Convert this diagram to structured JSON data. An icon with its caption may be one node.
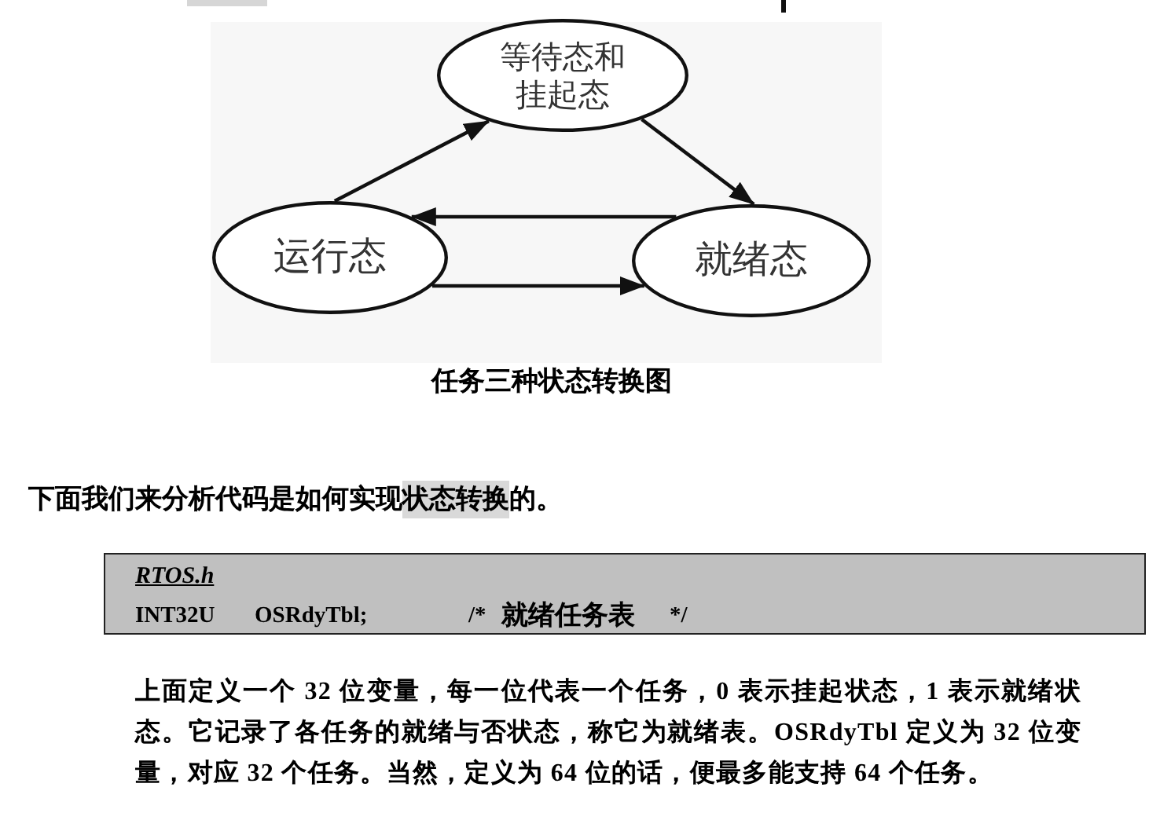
{
  "diagram": {
    "caption": "任务三种状态转换图",
    "nodes": [
      {
        "text": [
          "等待态和挂起态"
        ]
      },
      {
        "text": [
          "运行态"
        ]
      },
      {
        "text": [
          "就绪态"
        ]
      },
      {
        "text": [
          "RTOS.h",
          "INT32U OSRdyTbl; /* 就绪任务表 */"
        ]
      }
    ],
    "edges": [
      {
        "from": 1,
        "to": 0,
        "arrow": "to"
      },
      {
        "from": 0,
        "to": 2,
        "arrow": "to"
      },
      {
        "from": 2,
        "to": 1,
        "arrow": "to"
      },
      {
        "from": 1,
        "to": 2,
        "arrow": "to"
      }
    ],
    "labels": [
      "下面我们来分析代码是如何实现状态转换的。",
      "上面定义一个 32 位变量，每一位代表一个任务，0 表示挂起状态，1 表示就绪状态。它记录了各任务的就绪与否状态，称它为就绪表。OSRdyTbl 定义为 32 位变量，对应 32 个任务。当然，定义为 64 位的话，便最多能支持 64 个任务。"
    ]
  }
}
